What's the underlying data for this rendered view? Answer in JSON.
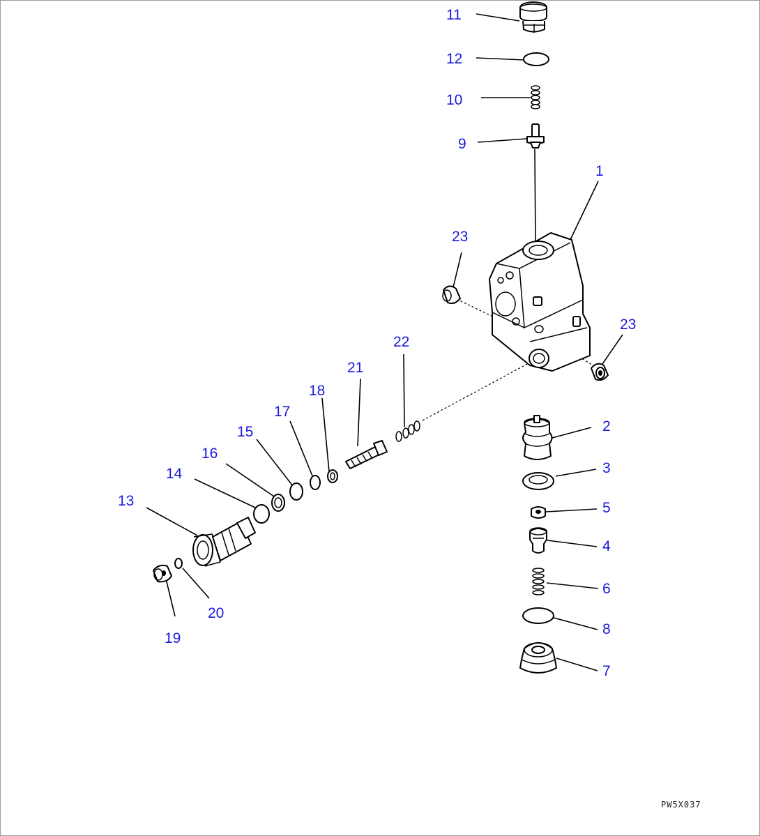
{
  "diagram": {
    "drawing_code": "PW5X037",
    "callouts": [
      "11",
      "12",
      "10",
      "9",
      "1",
      "23",
      "23",
      "22",
      "21",
      "18",
      "17",
      "15",
      "16",
      "14",
      "13",
      "20",
      "19",
      "2",
      "3",
      "5",
      "4",
      "6",
      "8",
      "7"
    ]
  }
}
